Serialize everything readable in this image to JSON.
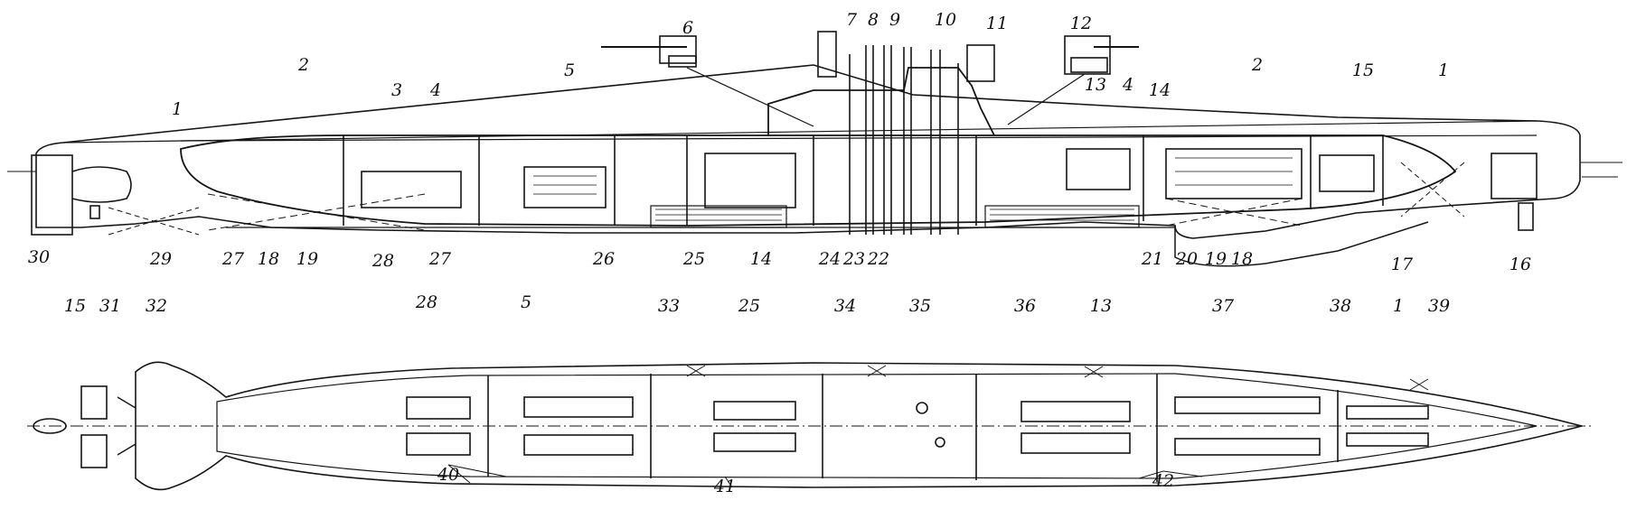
{
  "drawing": {
    "colors": {
      "ink": "#151515",
      "paper": "#ffffff"
    },
    "side_view_callouts": [
      "1",
      "2",
      "3",
      "4",
      "5",
      "6",
      "7",
      "8",
      "9",
      "10",
      "11",
      "12",
      "13",
      "4",
      "14",
      "2",
      "15",
      "1",
      "30",
      "29",
      "27",
      "18",
      "19",
      "28",
      "27",
      "26",
      "25",
      "14",
      "24",
      "23",
      "22",
      "21",
      "20",
      "19",
      "18",
      "17",
      "16"
    ],
    "plan_view_callouts": [
      "15",
      "31",
      "32",
      "28",
      "5",
      "33",
      "25",
      "34",
      "35",
      "36",
      "13",
      "37",
      "38",
      "1",
      "39",
      "40",
      "41",
      "42"
    ]
  }
}
